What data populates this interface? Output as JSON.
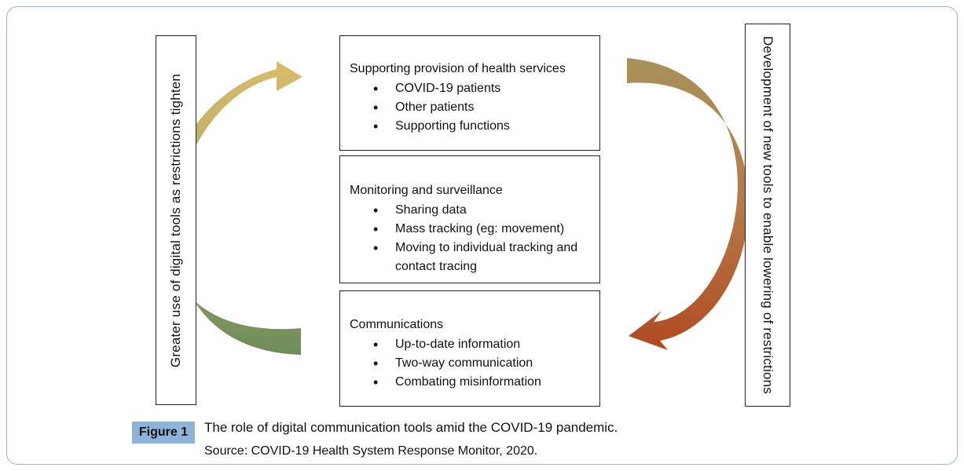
{
  "left_label": "Greater use of digital tools as restrictions tighten",
  "right_label": "Development of new tools to enable lowering of restrictions",
  "panels": [
    {
      "title": "Supporting provision of health services",
      "items": [
        "COVID-19 patients",
        "Other patients",
        "Supporting functions"
      ]
    },
    {
      "title": "Monitoring and surveillance",
      "items": [
        "Sharing data",
        "Mass tracking (eg: movement)",
        "Moving to individual tracking and contact tracing"
      ]
    },
    {
      "title": "Communications",
      "items": [
        "Up-to-date information",
        "Two-way communication",
        "Combating misinformation"
      ]
    }
  ],
  "figure": {
    "label": "Figure 1",
    "title": "The role of digital communication tools amid the COVID-19 pandemic.",
    "source": "Source: COVID-19 Health System Response Monitor, 2020."
  },
  "colors": {
    "left_arrow_top": "#d9bb6a",
    "left_arrow_bottom": "#6f8c5a",
    "right_arrow_top": "#a7925a",
    "right_arrow_bottom": "#b04a22",
    "figure_badge": "#8db3d9",
    "frame_border": "#9fb3c8"
  }
}
